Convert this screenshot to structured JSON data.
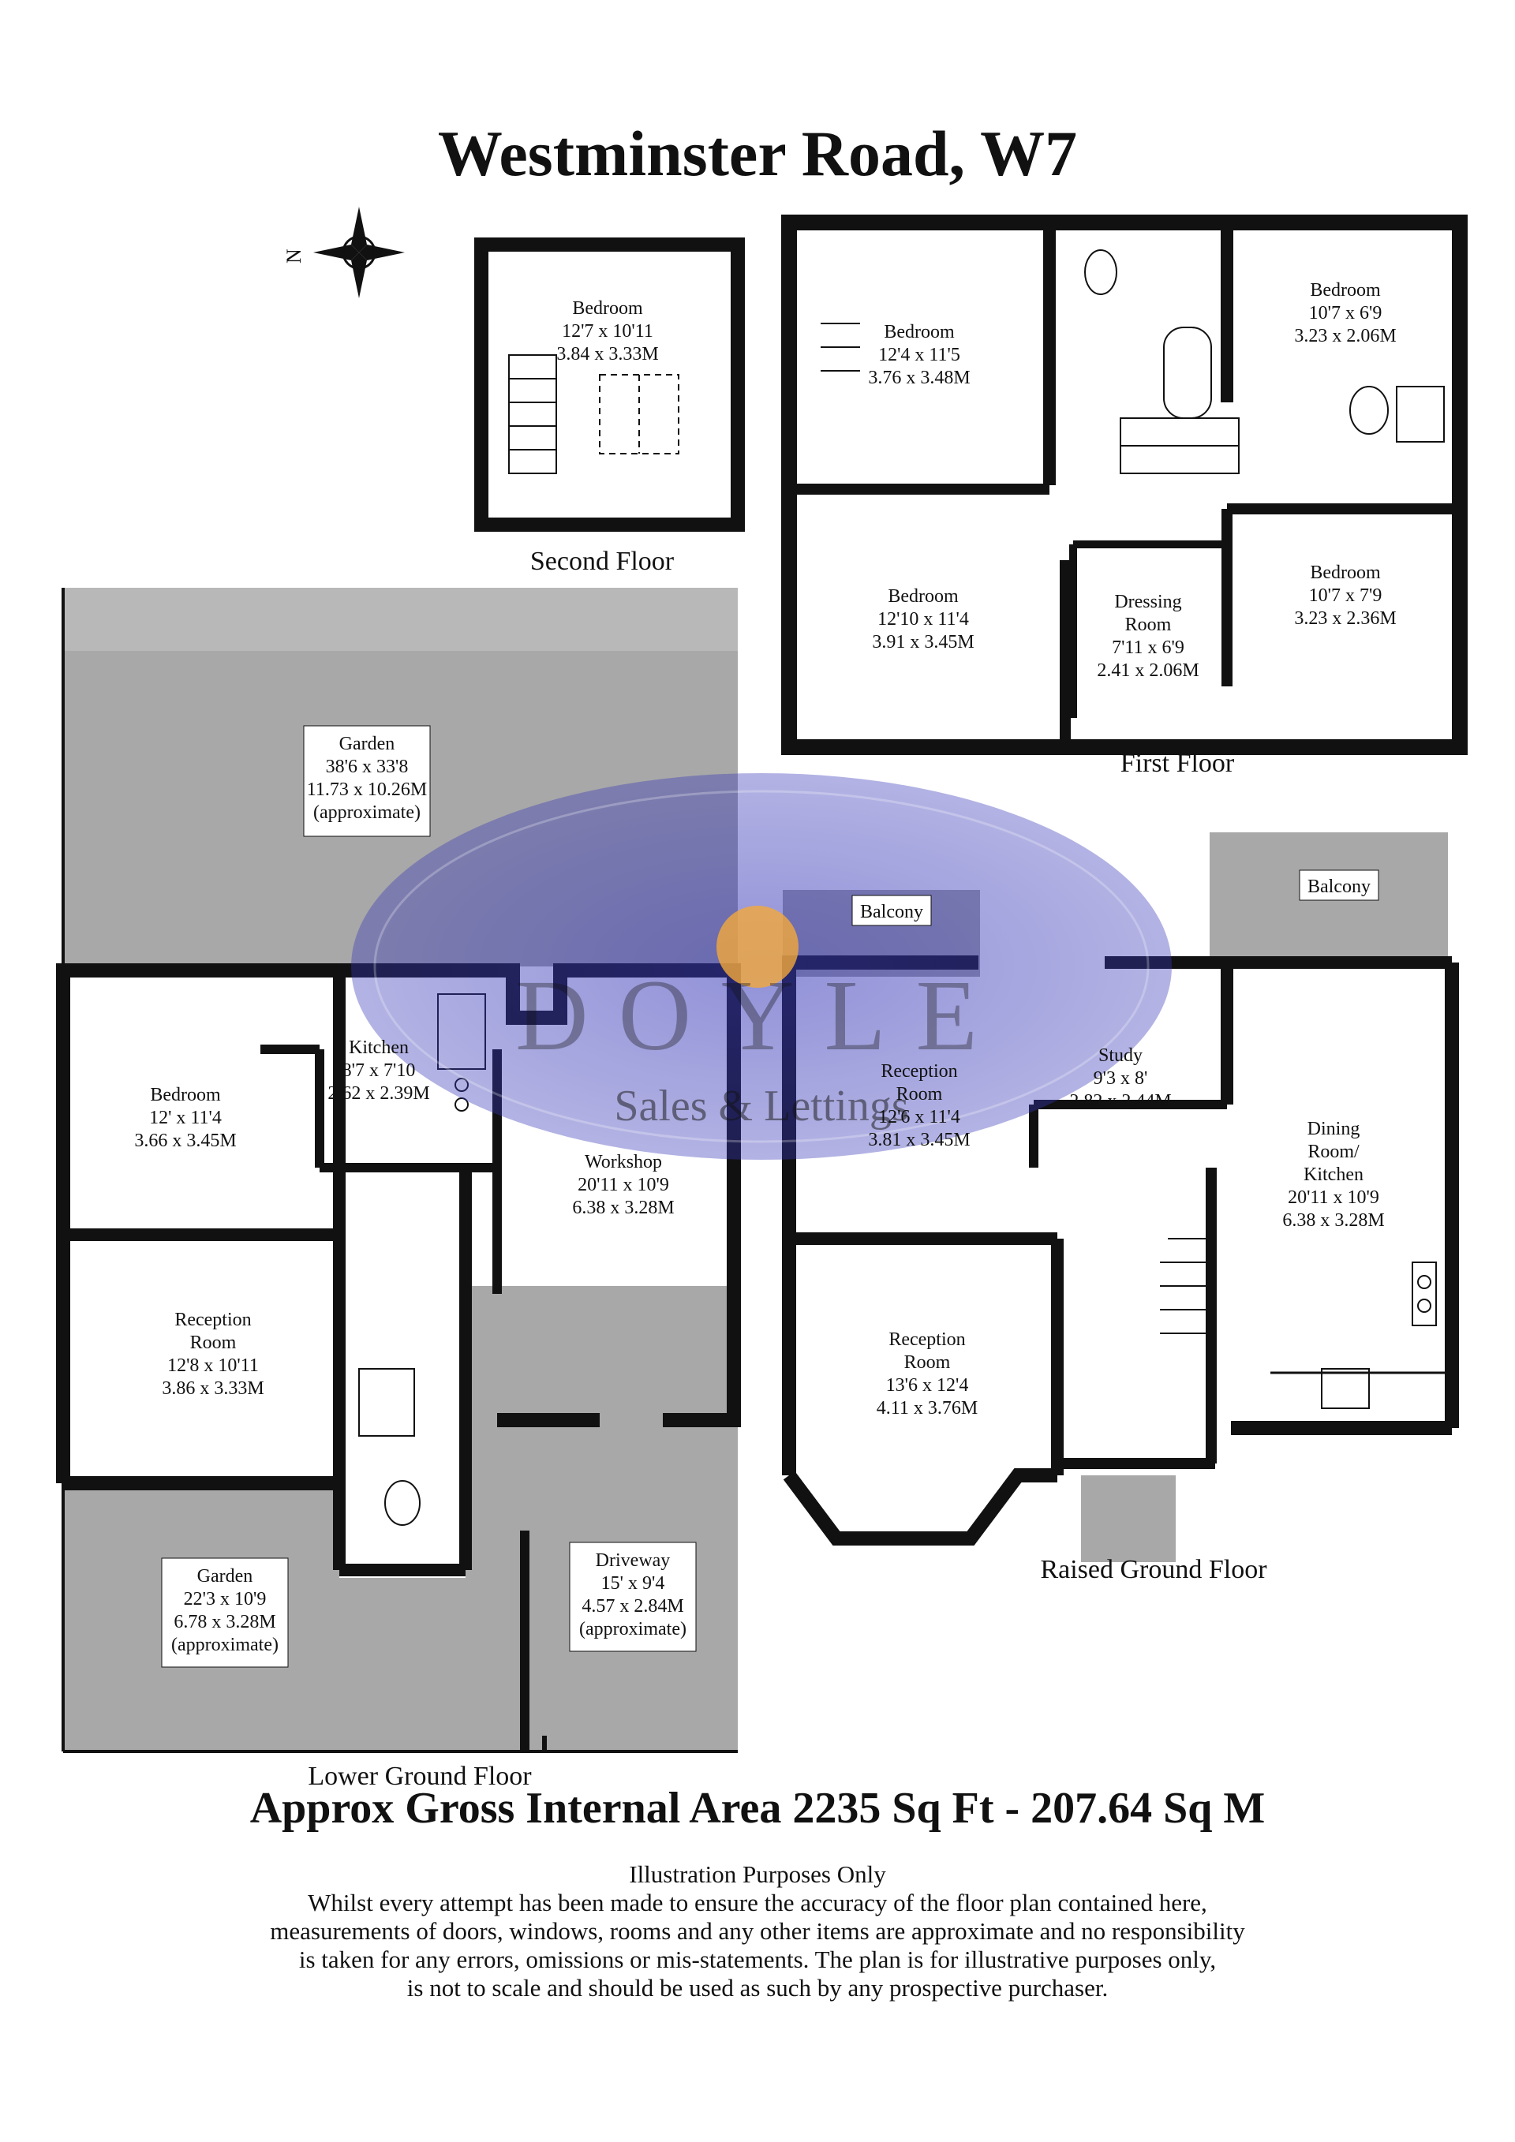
{
  "title": "Westminster Road, W7",
  "compass_letter": "N",
  "brand": {
    "name": "DOYLE",
    "tagline": "Sales & Lettings"
  },
  "floors": {
    "second": "Second Floor",
    "first": "First Floor",
    "lower_ground": "Lower Ground Floor",
    "raised_ground": "Raised Ground Floor"
  },
  "rooms": {
    "sf_bedroom": [
      "Bedroom",
      "12'7 x 10'11",
      "3.84 x 3.33M"
    ],
    "ff_bedroom1": [
      "Bedroom",
      "12'4 x 11'5",
      "3.76 x 3.48M"
    ],
    "ff_bedroom2": [
      "Bedroom",
      "10'7 x 6'9",
      "3.23 x 2.06M"
    ],
    "ff_bedroom3": [
      "Bedroom",
      "12'10 x 11'4",
      "3.91 x 3.45M"
    ],
    "ff_dressing": [
      "Dressing",
      "Room",
      "7'11 x 6'9",
      "2.41 x 2.06M"
    ],
    "ff_bedroom4": [
      "Bedroom",
      "10'7 x 7'9",
      "3.23 x 2.36M"
    ],
    "lg_garden_rear": [
      "Garden",
      "38'6 x 33'8",
      "11.73 x 10.26M",
      "(approximate)"
    ],
    "lg_bedroom": [
      "Bedroom",
      "12' x 11'4",
      "3.66 x 3.45M"
    ],
    "lg_kitchen": [
      "Kitchen",
      "8'7 x 7'10",
      "2.62 x 2.39M"
    ],
    "lg_workshop": [
      "Workshop",
      "20'11 x 10'9",
      "6.38 x 3.28M"
    ],
    "lg_reception": [
      "Reception",
      "Room",
      "12'8 x 10'11",
      "3.86 x 3.33M"
    ],
    "lg_garden_front": [
      "Garden",
      "22'3 x 10'9",
      "6.78 x 3.28M",
      "(approximate)"
    ],
    "lg_driveway": [
      "Driveway",
      "15' x 9'4",
      "4.57 x 2.84M",
      "(approximate)"
    ],
    "rg_balcony1": "Balcony",
    "rg_balcony2": "Balcony",
    "rg_reception1": [
      "Reception",
      "Room",
      "12'6 x 11'4",
      "3.81 x 3.45M"
    ],
    "rg_study": [
      "Study",
      "9'3 x 8'",
      "2.82 x 2.44M"
    ],
    "rg_dining": [
      "Dining",
      "Room/",
      "Kitchen",
      "20'11 x 10'9",
      "6.38 x 3.28M"
    ],
    "rg_reception2": [
      "Reception",
      "Room",
      "13'6 x 12'4",
      "4.11 x 3.76M"
    ]
  },
  "area_text": "Approx Gross Internal Area  2235 Sq Ft  - 207.64 Sq M",
  "disclaimer": [
    "Illustration Purposes Only",
    "Whilst every attempt has been made to ensure the accuracy of the floor plan contained here,",
    "measurements of doors, windows, rooms and any other items are approximate and no responsibility",
    "is taken for any errors, omissions or mis-statements. The plan is for illustrative purposes only,",
    "is not to scale and should be used as such by any prospective purchaser."
  ],
  "colors": {
    "wall": "#111111",
    "outdoor": "#a8a8a8",
    "watermark": "#2a2aa8",
    "logo_orange": "#f2a93b"
  }
}
